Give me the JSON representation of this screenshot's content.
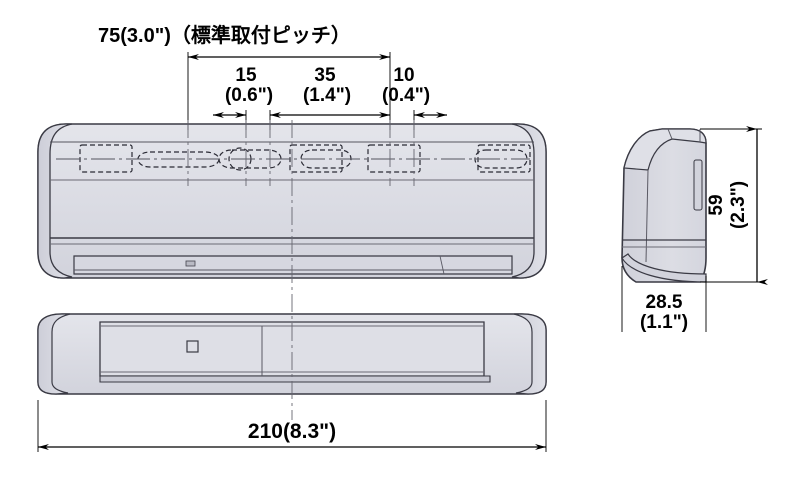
{
  "drawing": {
    "type": "technical-dimension-drawing",
    "subject": "wall-mounted-unit",
    "units_note": "millimeters with inches in parentheses",
    "background_color": "#ffffff",
    "body_fill": "#d9dae2",
    "body_fill_light": "#e2e3e9",
    "body_fill_dark": "#c9cbd5",
    "outline_color": "#3a3a44",
    "dim_line_color": "#000000",
    "center_line_color": "#666670"
  },
  "dimensions": {
    "mounting_pitch": {
      "label": "75(3.0\")（標準取付ピッチ）",
      "value_mm": "75",
      "value_in": "3.0\"",
      "note": "標準取付ピッチ"
    },
    "segment_15": {
      "value_mm": "15",
      "value_in": "(0.6\")"
    },
    "segment_35": {
      "value_mm": "35",
      "value_in": "(1.4\")"
    },
    "segment_10": {
      "value_mm": "10",
      "value_in": "(0.4\")"
    },
    "overall_width": {
      "label": "210(8.3\")",
      "value_mm": "210",
      "value_in": "8.3\""
    },
    "height": {
      "value_mm": "59",
      "value_in": "(2.3\")"
    },
    "depth": {
      "value_mm": "28.5",
      "value_in": "(1.1\")"
    }
  },
  "views": {
    "front": {
      "name": "front-view"
    },
    "bottom": {
      "name": "bottom-view"
    },
    "side": {
      "name": "side-view"
    }
  }
}
